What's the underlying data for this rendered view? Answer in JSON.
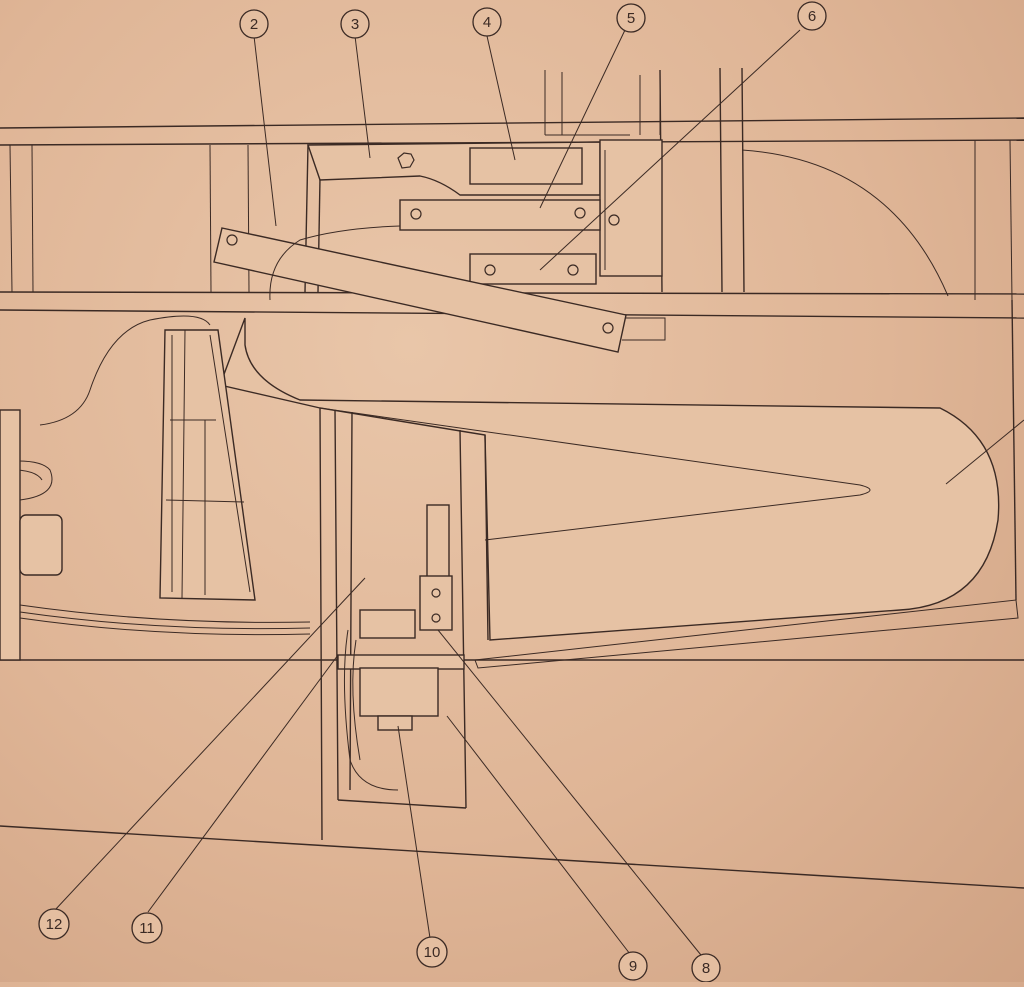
{
  "diagram": {
    "callouts": [
      {
        "id": "c2",
        "label": "2"
      },
      {
        "id": "c3",
        "label": "3"
      },
      {
        "id": "c4",
        "label": "4"
      },
      {
        "id": "c5",
        "label": "5"
      },
      {
        "id": "c6",
        "label": "6"
      },
      {
        "id": "c8",
        "label": "8"
      },
      {
        "id": "c9",
        "label": "9"
      },
      {
        "id": "c10",
        "label": "10"
      },
      {
        "id": "c11",
        "label": "11"
      },
      {
        "id": "c12",
        "label": "12"
      }
    ]
  }
}
